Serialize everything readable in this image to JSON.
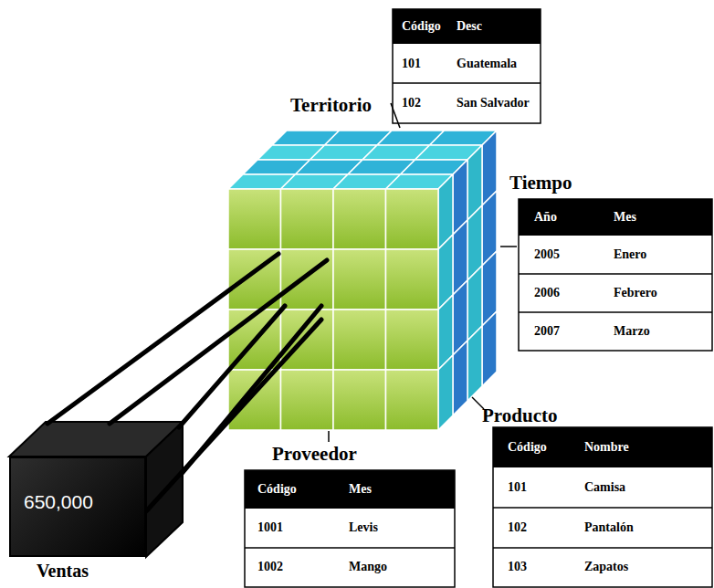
{
  "diagram": {
    "nodes": [
      {
        "text": [
          "650,000",
          "Ventas"
        ]
      }
    ],
    "labels": [
      "Territorio",
      "Código",
      "Desc",
      "101",
      "Guatemala",
      "102",
      "San Salvador",
      "Tiempo",
      "Año",
      "Mes",
      "2005",
      "Enero",
      "2006",
      "Febrero",
      "2007",
      "Marzo",
      "Producto",
      "Código",
      "Nombre",
      "101",
      "Camisa",
      "102",
      "Pantalón",
      "103",
      "Zapatos",
      "Proveedor",
      "Código",
      "Mes",
      "1001",
      "Levis",
      "1002",
      "Mango"
    ]
  }
}
